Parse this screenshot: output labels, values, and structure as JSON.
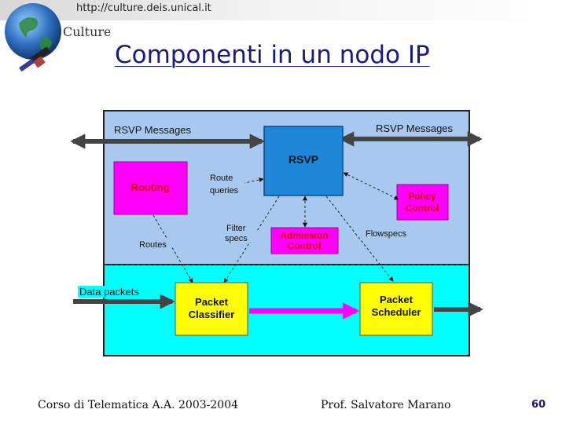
{
  "header": {
    "url": "http://culture.deis.unical.it",
    "logo_text": "Culture"
  },
  "slide": {
    "title": "Componenti in un nodo IP"
  },
  "diagram": {
    "rsvp_messages_left": "RSVP Messages",
    "rsvp_messages_right": "RSVP Messages",
    "rsvp": "RSVP",
    "routing": "Routing",
    "route_queries_line1": "Route",
    "route_queries_line2": "queries",
    "policy_control_line1": "Policy",
    "policy_control_line2": "Control",
    "filter_specs_line1": "Filter",
    "filter_specs_line2": "specs",
    "admission_control_line1": "Admission",
    "admission_control_line2": "Control",
    "flowspecs": "Flowspecs",
    "routes": "Routes",
    "data_packets": "Data packets",
    "packet_classifier_line1": "Packet",
    "packet_classifier_line2": "Classifier",
    "packet_scheduler_line1": "Packet",
    "packet_scheduler_line2": "Scheduler",
    "colors": {
      "control_plane": "#a8c8f0",
      "data_plane": "#00ffff",
      "magenta": "#ff00ff",
      "rsvp_blue": "#1f86d8",
      "yellow": "#ffff00",
      "label_red": "#cc0000"
    }
  },
  "footer": {
    "course": "Corso di Telematica A.A. 2003-2004",
    "author": "Prof. Salvatore Marano",
    "page": "60"
  }
}
